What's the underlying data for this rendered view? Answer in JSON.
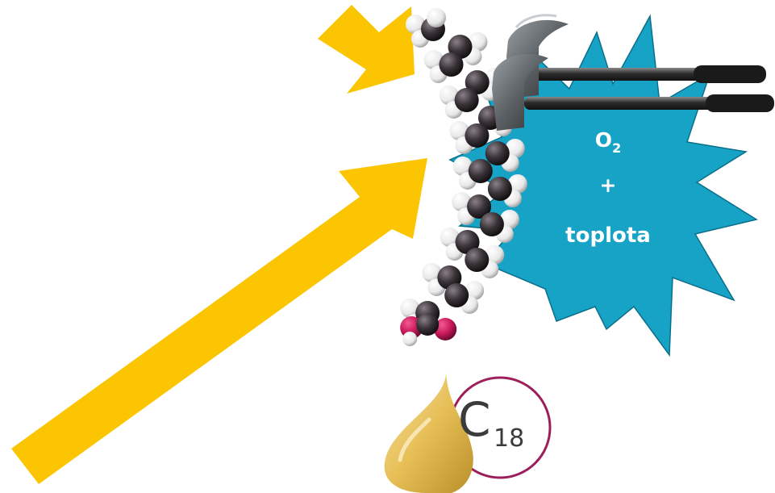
{
  "burst": {
    "line1_main": "O",
    "line1_sub": "2",
    "line2": "+",
    "line3": "toplota"
  },
  "badge": {
    "letter": "C",
    "number": "18"
  },
  "colors": {
    "arrow": "#FBC502",
    "burst": "#17A3C6",
    "burst_stroke": "#0B6F8A",
    "carbon": "#3a3438",
    "hydrogen": "#f2f2f2",
    "oxygen": "#c8185a",
    "ring": "#9c1e5b",
    "oil_drop": "#e8c25a"
  },
  "icons": [
    "arrow-icon",
    "hammer-icon",
    "fatty-acid-molecule-icon",
    "oil-drop-icon"
  ]
}
